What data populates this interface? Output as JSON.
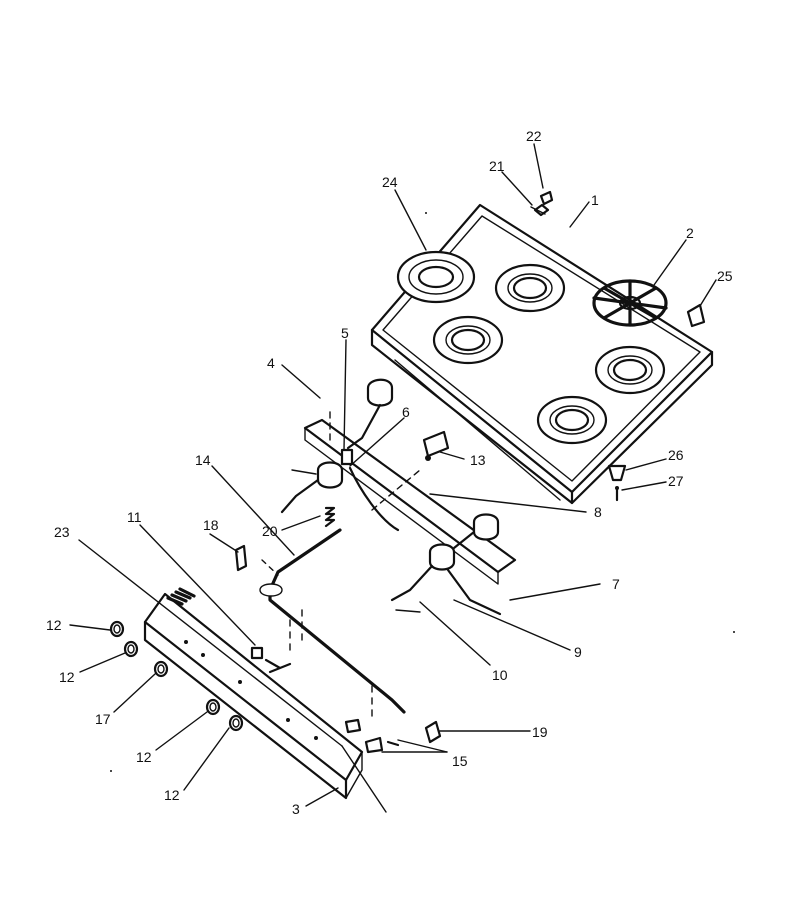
{
  "labels": {
    "l1": "1",
    "l2": "2",
    "l3": "3",
    "l4": "4",
    "l5": "5",
    "l6": "6",
    "l7": "7",
    "l8": "8",
    "l9": "9",
    "l10": "10",
    "l11": "11",
    "l12a": "12",
    "l12b": "12",
    "l12c": "12",
    "l12d": "12",
    "l13": "13",
    "l14": "14",
    "l15": "15",
    "l17": "17",
    "l18": "18",
    "l19": "19",
    "l20": "20",
    "l21": "21",
    "l22": "22",
    "l23": "23",
    "l24": "24",
    "l25": "25",
    "l26": "26",
    "l27": "27"
  }
}
